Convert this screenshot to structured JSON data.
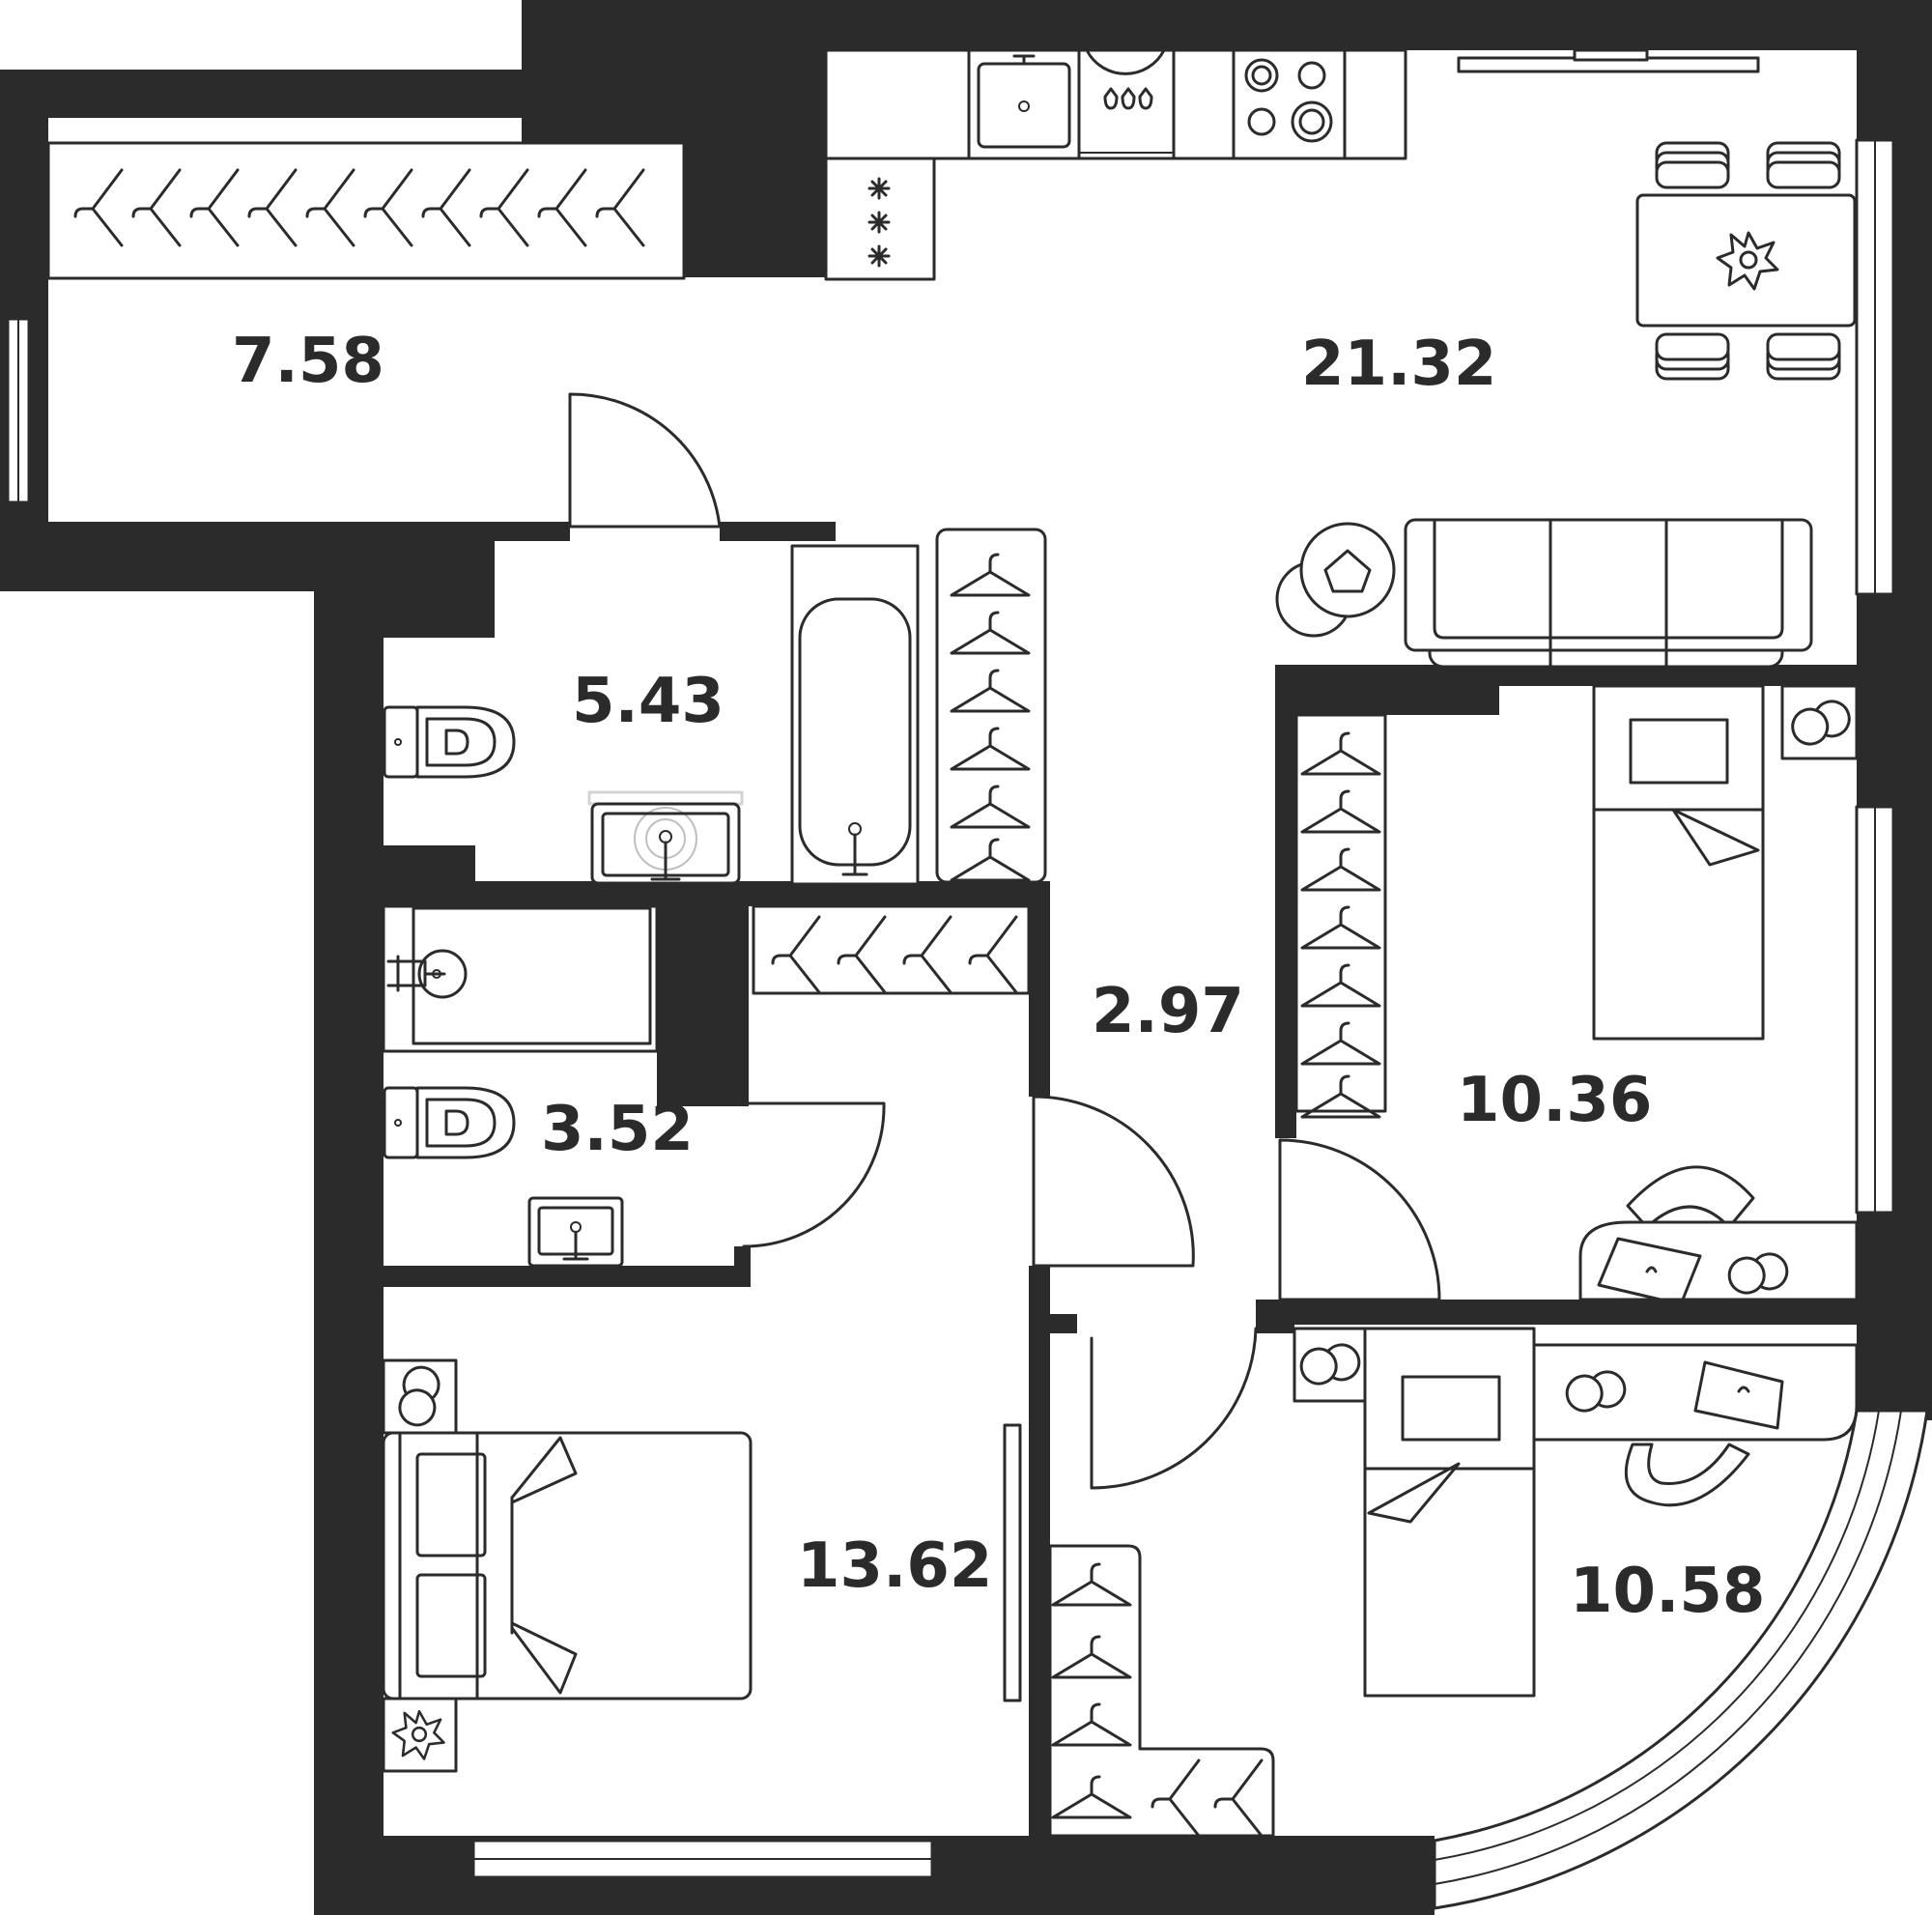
{
  "colors": {
    "wall": "#2b2b2b",
    "background": "#ffffff"
  },
  "rooms": {
    "hallway": {
      "area": "7.58"
    },
    "kitchen_living": {
      "area": "21.32"
    },
    "bathroom": {
      "area": "5.43"
    },
    "corridor": {
      "area": "2.97"
    },
    "bedroom_right": {
      "area": "10.36"
    },
    "toilet": {
      "area": "3.52"
    },
    "bedroom_master": {
      "area": "13.62"
    },
    "bedroom_corner": {
      "area": "10.58"
    }
  }
}
